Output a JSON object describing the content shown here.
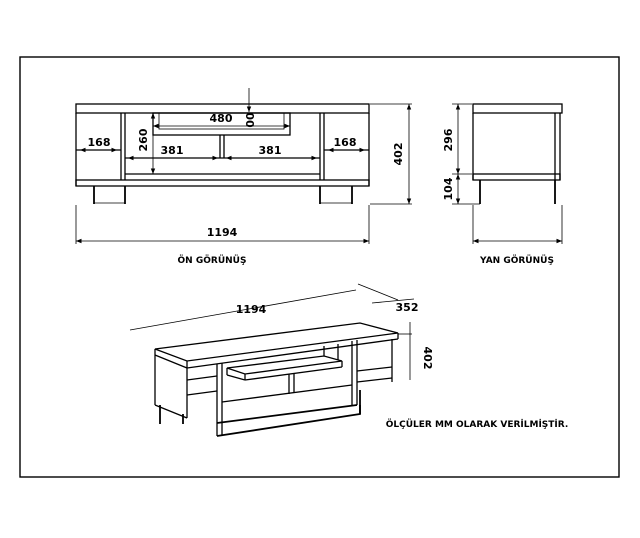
{
  "front_view": {
    "caption": "ÖN GÖRÜNÜŞ",
    "dims": {
      "overall_width": "1194",
      "overall_height": "402",
      "left_shelf": "168",
      "right_shelf": "168",
      "inner_left": "381",
      "inner_right": "381",
      "upper_opening": "480",
      "upper_gap": "00",
      "shelf_height": "260"
    }
  },
  "side_view": {
    "caption": "YAN GÖRÜNÜŞ",
    "dims": {
      "upper_height": "296",
      "leg_height": "104"
    }
  },
  "iso_view": {
    "dims": {
      "length": "1194",
      "depth": "352",
      "height": "402"
    }
  },
  "note": "ÖLÇÜLER MM OLARAK VERİLMİŞTİR."
}
